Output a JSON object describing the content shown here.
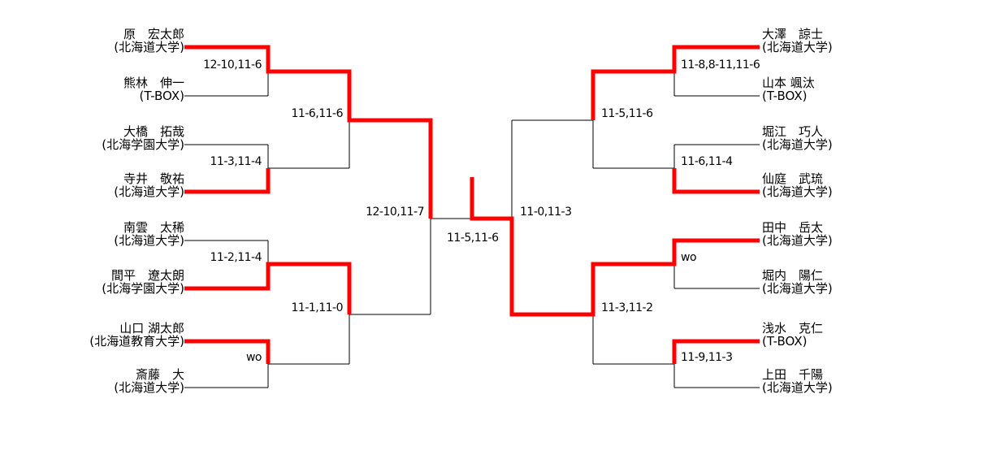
{
  "colors": {
    "winner_path": "#ff0000",
    "line": "#000000"
  },
  "bracket": {
    "left": {
      "round1": [
        {
          "top": {
            "name": "原　宏太郎",
            "affiliation": "(北海道大学)"
          },
          "bottom": {
            "name": "熊林　伸一",
            "affiliation": "(T-BOX)"
          },
          "score": "12-10,11-6",
          "winner": "top"
        },
        {
          "top": {
            "name": "大橋　拓哉",
            "affiliation": "(北海学園大学)"
          },
          "bottom": {
            "name": "寺井　敬祐",
            "affiliation": "(北海道大学)"
          },
          "score": "11-3,11-4",
          "winner": "bottom"
        },
        {
          "top": {
            "name": "南雲　太稀",
            "affiliation": "(北海道大学)"
          },
          "bottom": {
            "name": "間平　遼太朗",
            "affiliation": "(北海学園大学)"
          },
          "score": "11-2,11-4",
          "winner": "bottom"
        },
        {
          "top": {
            "name": "山口 湖太郎",
            "affiliation": "(北海道教育大学)"
          },
          "bottom": {
            "name": "斎藤　大",
            "affiliation": "(北海道大学)"
          },
          "score": "wo",
          "winner": "top"
        }
      ],
      "quarterfinals": [
        {
          "score": "11-6,11-6",
          "winner": "top"
        },
        {
          "score": "11-1,11-0",
          "winner": "top"
        }
      ],
      "semifinal": {
        "score": "12-10,11-7",
        "winner": "top"
      }
    },
    "right": {
      "round1": [
        {
          "top": {
            "name": "大澤　諒士",
            "affiliation": "(北海道大学)"
          },
          "bottom": {
            "name": "山本 颯汰",
            "affiliation": "(T-BOX)"
          },
          "score": "11-8,8-11,11-6",
          "winner": "top"
        },
        {
          "top": {
            "name": "堀江　巧人",
            "affiliation": "(北海道大学)"
          },
          "bottom": {
            "name": "仙庭　武琉",
            "affiliation": "(北海道大学)"
          },
          "score": "11-6,11-4",
          "winner": "bottom"
        },
        {
          "top": {
            "name": "田中　岳太",
            "affiliation": "(北海道大学)"
          },
          "bottom": {
            "name": "堀内　陽仁",
            "affiliation": "(北海道大学)"
          },
          "score": "wo",
          "winner": "top"
        },
        {
          "top": {
            "name": "浅水　克仁",
            "affiliation": "(T-BOX)"
          },
          "bottom": {
            "name": "上田　千陽",
            "affiliation": "(北海道大学)"
          },
          "score": "11-9,11-3",
          "winner": "top"
        }
      ],
      "quarterfinals": [
        {
          "score": "11-5,11-6",
          "winner": "top"
        },
        {
          "score": "11-3,11-2",
          "winner": "top"
        }
      ],
      "semifinal": {
        "score": "11-0,11-3",
        "winner": "bottom"
      }
    },
    "final": {
      "score": "11-5,11-6",
      "winner": "right"
    }
  }
}
